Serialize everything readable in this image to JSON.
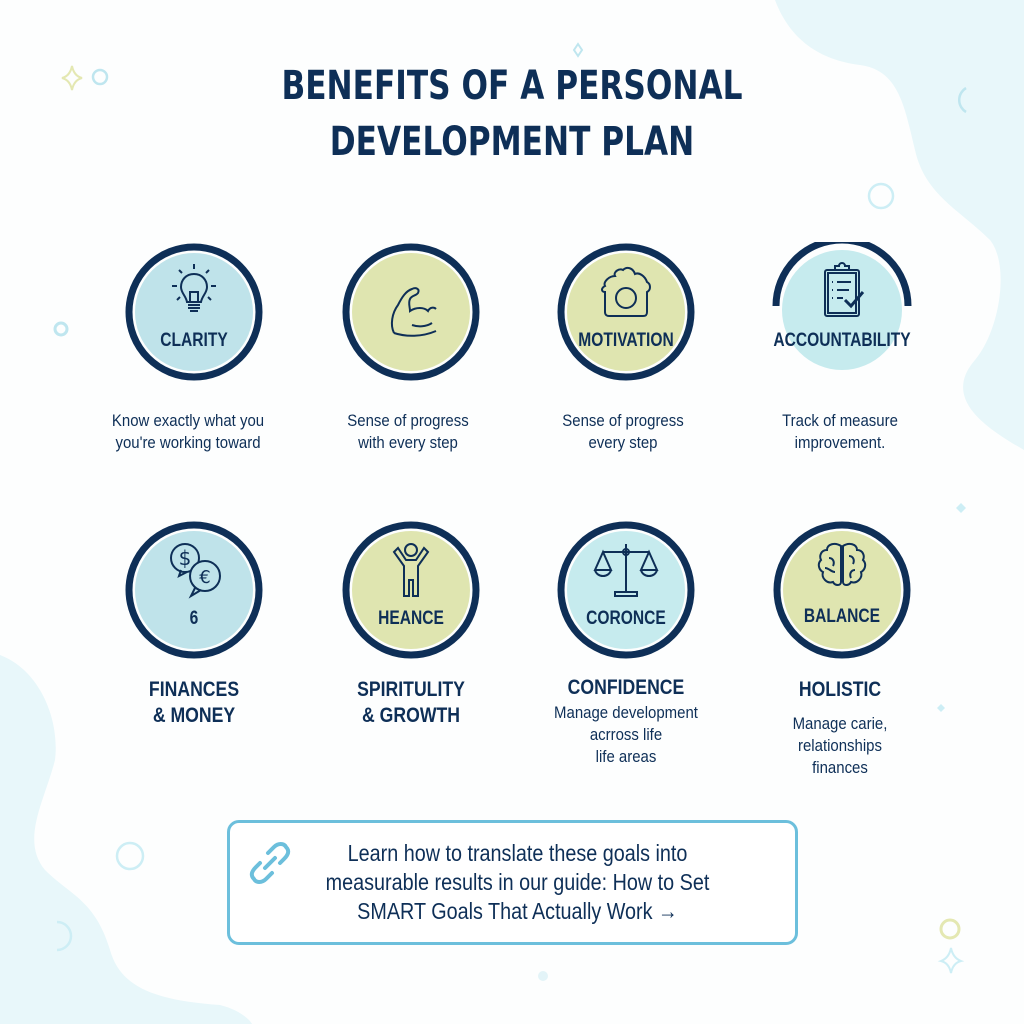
{
  "title": {
    "line1": "BENEFITS OF A PERSONAL",
    "line2": "DEVELOPMENT PLAN"
  },
  "colors": {
    "navy": "#0e2f57",
    "badge_blue": "#bfe3ea",
    "badge_green": "#dfe5b0",
    "accent_blue": "#6cbfdc",
    "blob": "#e8f7fa"
  },
  "row1": [
    {
      "badge_label": "CLARITY",
      "icon": "lightbulb-icon",
      "fill": "blue",
      "description_line1": "Know exactly what you",
      "description_line2": "you're working toward"
    },
    {
      "badge_label": "",
      "icon": "flexed-bicep-icon",
      "fill": "green",
      "description_line1": "Sense of progress",
      "description_line2": "with every step"
    },
    {
      "badge_label": "MOTIVATION",
      "icon": "house-camera-icon",
      "fill": "green",
      "description_line1": "Sense of progress",
      "description_line2": "every step"
    },
    {
      "badge_label": "ACCOUNTABILITY",
      "icon": "clipboard-check-icon",
      "fill": "blue",
      "description_line1": "Track of measure",
      "description_line2": "improvement."
    }
  ],
  "row2": [
    {
      "badge_label": "6",
      "icon": "currency-exchange-icon",
      "fill": "blue",
      "heading_line1": "FINANCES",
      "heading_line2": "& MONEY"
    },
    {
      "badge_label": "HEANCE",
      "icon": "person-arms-up-icon",
      "fill": "green",
      "heading_line1": "SPIRITULITY",
      "heading_line2": "& GROWTH"
    },
    {
      "badge_label": "CORONCE",
      "icon": "scales-icon",
      "fill": "blue",
      "heading_line1": "CONFIDENCE",
      "description_line1": "Manage development",
      "description_line2": "acrross life",
      "description_line3": "life areas"
    },
    {
      "badge_label": "BALANCE",
      "icon": "brain-icon",
      "fill": "green",
      "heading_line1": "HOLISTIC",
      "description_line1": "Manage carie,",
      "description_line2": "relationships",
      "description_line3": "finances"
    }
  ],
  "cta": {
    "icon": "link-icon",
    "line1": "Learn how to translate these goals into",
    "line2": "measurable results in our guide: How to Set",
    "line3": "SMART Goals That Actually Work →"
  }
}
